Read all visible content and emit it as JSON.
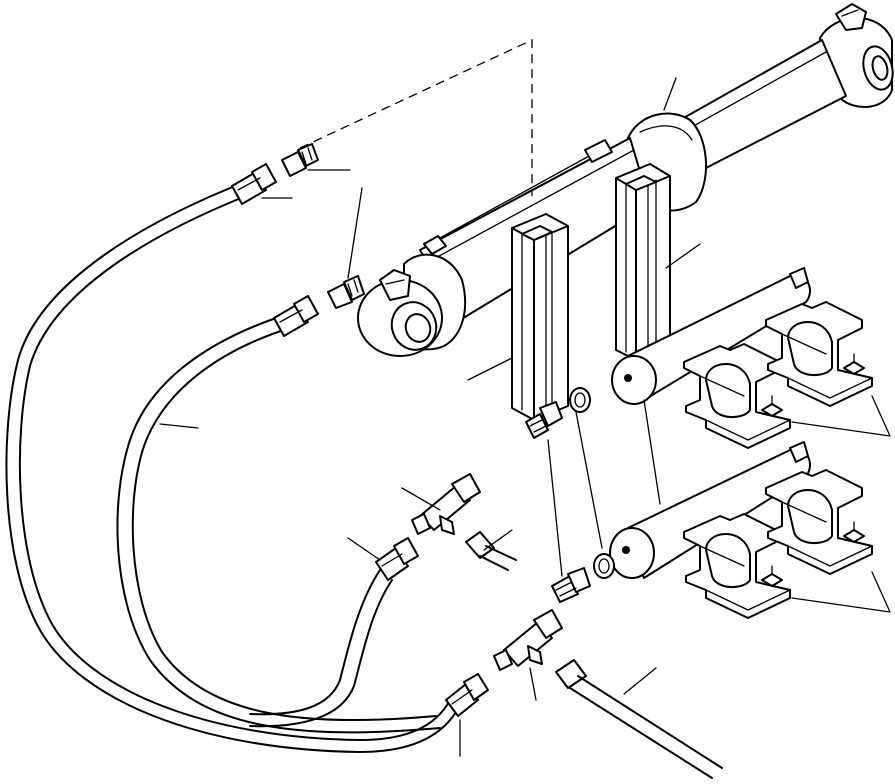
{
  "figure": {
    "background": "#ffffff",
    "line_color": "#000000",
    "parts": [
      "hydraulic-cylinder",
      "hose-outer",
      "hose-inner",
      "hose-lower",
      "upright-channel-left",
      "upright-channel-right",
      "cross-tube-upper",
      "cross-tube-lower",
      "pipe-clamp",
      "adapter-fitting",
      "tee-fitting",
      "o-ring",
      "tube-line"
    ]
  }
}
